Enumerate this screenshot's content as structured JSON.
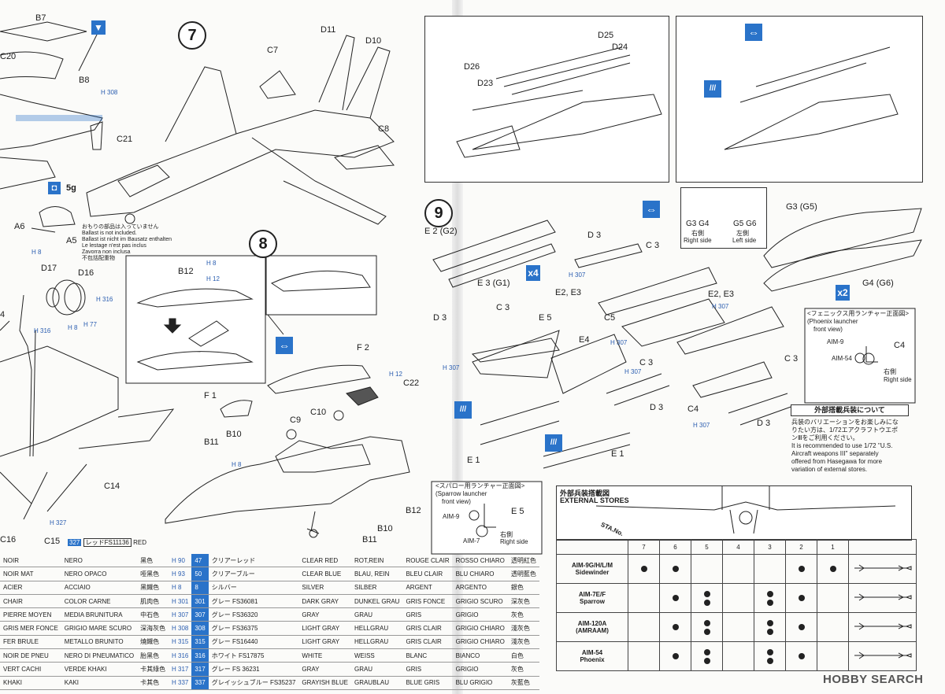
{
  "steps": {
    "s7": "7",
    "s8": "8",
    "s9": "9"
  },
  "parts_top": {
    "b7": "B7",
    "c20": "C20",
    "b8": "B8",
    "c21": "C21",
    "h308": "H 308",
    "w5g": "5g",
    "a6": "A6",
    "a5": "A5",
    "h8a": "H 8",
    "c7": "C7",
    "d11": "D11",
    "d10": "D10",
    "c8": "C8"
  },
  "ballast": [
    "おもりの部品は入っていません",
    "Ballast is not included.",
    "Ballast ist nicht im Bausatz enthalten",
    "Le lestage n'est pas inclus",
    "Zavorra non inclusa",
    "不包括配重物"
  ],
  "left_mid": {
    "d17": "D17",
    "d16": "D16",
    "h316": "H 316",
    "h8b": "H 8",
    "h77": "H 77",
    "h316b": "H 316",
    "num4": "4",
    "c14": "C14",
    "c16": "C16",
    "c15": "C15",
    "h327": "H 327"
  },
  "step8": {
    "b12": "B12",
    "h8": "H 8",
    "h12": "H 12",
    "f2": "F 2",
    "h12b": "H 12",
    "c22": "C22",
    "f1": "F 1",
    "c9": "C9",
    "c10": "C10",
    "b10": "B10",
    "b11": "B11",
    "h8c": "H 8",
    "b12b": "B12",
    "b10b": "B10",
    "b11b": "B11",
    "red_h": "327",
    "red_label": "レッドFS11136",
    "red_en": "RED"
  },
  "top_right": {
    "d25": "D25",
    "d24": "D24",
    "d26": "D26",
    "d23": "D23"
  },
  "step9": {
    "e2g2": "E 2 (G2)",
    "e3g1": "E 3 (G1)",
    "x4": "x4",
    "d3a": "D 3",
    "c3a": "C 3",
    "h307a": "H 307",
    "e2e3a": "E2, E3",
    "e2e3b": "E2, E3",
    "h307b": "H 307",
    "c5": "C5",
    "d3b": "D 3",
    "c3b": "C 3",
    "e5": "E 5",
    "h307c": "H 307",
    "e4": "E4",
    "h307d": "H 307",
    "c3c": "C 3",
    "h307e": "H 307",
    "d3c": "D 3",
    "e1a": "E 1",
    "e1b": "E 1",
    "c3d": "C 3",
    "c4": "C4",
    "h307f": "H 307",
    "d3d": "D 3"
  },
  "seeker": {
    "g3g4": "G3  G4",
    "g5g6": "G5  G6",
    "right_jp": "右側",
    "left_jp": "左側",
    "right_en": "Right side",
    "left_en": "Left side",
    "g3g5": "G3 (G5)",
    "g4g6": "G4 (G6)",
    "x2": "x2"
  },
  "phoenix": {
    "jp": "<フェニックス用ランチャー正面図>",
    "en1": "(Phoenix launcher",
    "en2": "front view)",
    "aim9": "AIM-9",
    "aim54": "AIM-54",
    "c4": "C4",
    "right_jp": "右側",
    "right_en": "Right side"
  },
  "sparrow": {
    "jp": "<スパロー用ランチャー正面図>",
    "en1": "(Sparrow launcher",
    "en2": "front view)",
    "aim9": "AIM-9",
    "aim7": "AIM-7",
    "e5": "E 5",
    "right_jp": "右側",
    "right_en": "Right side"
  },
  "ext_note": {
    "title": "外部搭載兵装について",
    "jp1": "兵装のバリエーションをお楽しみにな",
    "jp2": "りたい方は、1/72エアクラフトウエポ",
    "jp3": "ンⅢをご利用ください。",
    "en1": "It is recommended to use 1/72 ''U.S.",
    "en2": "Aircraft  weapons  III''  separately",
    "en3": "offered  from  Hasegawa  for  more",
    "en4": "variation of external stores."
  },
  "ext_stores": {
    "title_jp": "外部兵装搭載図",
    "title_en": "EXTERNAL STORES",
    "sta_label": "STA.No.",
    "stations": [
      "7",
      "6",
      "5",
      "4",
      "3",
      "2",
      "1"
    ],
    "rows": [
      {
        "name1": "AIM-9G/H/L/M",
        "name2": "Sidewinder",
        "dots": [
          1,
          1,
          0,
          0,
          0,
          1,
          1
        ]
      },
      {
        "name1": "AIM-7E/F",
        "name2": "Sparrow",
        "dots": [
          0,
          1,
          2,
          0,
          2,
          1,
          0
        ]
      },
      {
        "name1": "AIM-120A",
        "name2": "(AMRAAM)",
        "dots": [
          0,
          1,
          2,
          0,
          2,
          1,
          0
        ]
      },
      {
        "name1": "AIM-54",
        "name2": "Phoenix",
        "dots": [
          0,
          1,
          2,
          0,
          2,
          1,
          0
        ]
      }
    ]
  },
  "paint_left": [
    [
      "NOIR",
      "NERO",
      "黑色"
    ],
    [
      "NOIR MAT",
      "NERO OPACO",
      "哑黑色"
    ],
    [
      "ACIER",
      "ACCIAIO",
      "黑鐵色"
    ],
    [
      "CHAIR",
      "COLOR CARNE",
      "肌肉色"
    ],
    [
      "PIERRE MOYEN",
      "MEDIA BRUNITURA",
      "中石色"
    ],
    [
      "GRIS MER FONCE",
      "GRIGIO MARE SCURO",
      "深海灰色"
    ],
    [
      "FER BRULE",
      "METALLO BRUNITO",
      "燒鐵色"
    ],
    [
      "NOIR DE PNEU",
      "NERO DI PNEUMATICO",
      "胎黑色"
    ],
    [
      "VERT CACHI",
      "VERDE KHAKI",
      "卡其綠色"
    ],
    [
      "KHAKI",
      "KAKI",
      "卡其色"
    ]
  ],
  "paint_right": [
    [
      "H 90",
      "47",
      "クリアーレッド",
      "CLEAR RED",
      "ROT,REIN",
      "ROUGE CLAIR",
      "ROSSO CHIARO",
      "透明紅色"
    ],
    [
      "H 93",
      "50",
      "クリアーブルー",
      "CLEAR BLUE",
      "BLAU, REIN",
      "BLEU CLAIR",
      "BLU CHIARO",
      "透明藍色"
    ],
    [
      "H 8",
      "8",
      "シルバー",
      "SILVER",
      "SILBER",
      "ARGENT",
      "ARGENTO",
      "銀色"
    ],
    [
      "H 301",
      "301",
      "グレー FS36081",
      "DARK GRAY",
      "DUNKEL GRAU",
      "GRIS FONCE",
      "GRIGIO SCURO",
      "深灰色"
    ],
    [
      "H 307",
      "307",
      "グレー FS36320",
      "GRAY",
      "GRAU",
      "GRIS",
      "GRIGIO",
      "灰色"
    ],
    [
      "H 308",
      "308",
      "グレー FS36375",
      "LIGHT GRAY",
      "HELLGRAU",
      "GRIS CLAIR",
      "GRIGIO CHIARO",
      "淺灰色"
    ],
    [
      "H 315",
      "315",
      "グレー FS16440",
      "LIGHT GRAY",
      "HELLGRAU",
      "GRIS CLAIR",
      "GRIGIO CHIARO",
      "淺灰色"
    ],
    [
      "H 316",
      "316",
      "ホワイト FS17875",
      "WHITE",
      "WEISS",
      "BLANC",
      "BIANCO",
      "白色"
    ],
    [
      "H 317",
      "317",
      "グレー FS 36231",
      "GRAY",
      "GRAU",
      "GRIS",
      "GRIGIO",
      "灰色"
    ],
    [
      "H 337",
      "337",
      "グレイッシュブルー FS35237",
      "GRAYISH BLUE",
      "GRAUBLAU",
      "BLUE GRIS",
      "BLU GRIGIO",
      "灰藍色"
    ]
  ],
  "watermark": "HOBBY SEARCH",
  "colors": {
    "accent": "#2a73c9",
    "ink": "#1c1c1c",
    "paper": "#fbfbf9"
  }
}
